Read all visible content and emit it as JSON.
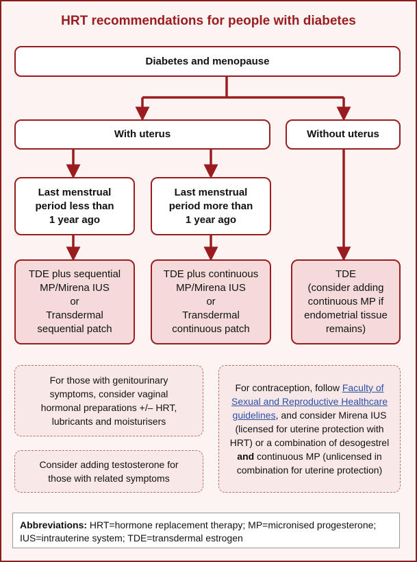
{
  "title": "HRT recommendations for people with diabetes",
  "root": "Diabetes and menopause",
  "branches": {
    "with_uterus": "With uterus",
    "without_uterus": "Without uterus"
  },
  "conditions": {
    "less": [
      "Last menstrual",
      "period less than",
      "1 year ago"
    ],
    "more": [
      "Last menstrual",
      "period more than",
      "1 year ago"
    ]
  },
  "results": {
    "sequential": [
      "TDE plus sequential",
      "MP/Mirena IUS",
      "or",
      "Transdermal",
      "sequential patch"
    ],
    "continuous": [
      "TDE plus continuous",
      "MP/Mirena IUS",
      "or",
      "Transdermal",
      "continuous patch"
    ],
    "tde": [
      "TDE",
      "(consider adding",
      "continuous MP if",
      "endometrial tissue",
      "remains)"
    ]
  },
  "notes": {
    "genitourinary": [
      "For those with genitourinary",
      "symptoms, consider vaginal",
      "hormonal preparations +/– HRT,",
      "lubricants and moisturisers"
    ],
    "testosterone": [
      "Consider adding testosterone for",
      "those with related symptoms"
    ],
    "contraception": {
      "intro": "For contraception, follow ",
      "link_text": "Faculty of Sexual and Reproductive Healthcare guidelines",
      "mid": ", and consider Mirena IUS (licensed for uterine protection with HRT) or a combination of desogestrel ",
      "bold": "and",
      "end": " continuous MP (unlicensed in combination for uterine protection)"
    }
  },
  "abbreviations": {
    "label": "Abbreviations:",
    "text": " HRT=hormone replacement therapy; MP=micronised progesterone; IUS=intrauterine system; TDE=transdermal estrogen"
  },
  "colors": {
    "accent": "#9b1c1f",
    "result_fill": "#f5dada",
    "note_fill": "#f9e8e8",
    "link": "#2b4fa8"
  }
}
